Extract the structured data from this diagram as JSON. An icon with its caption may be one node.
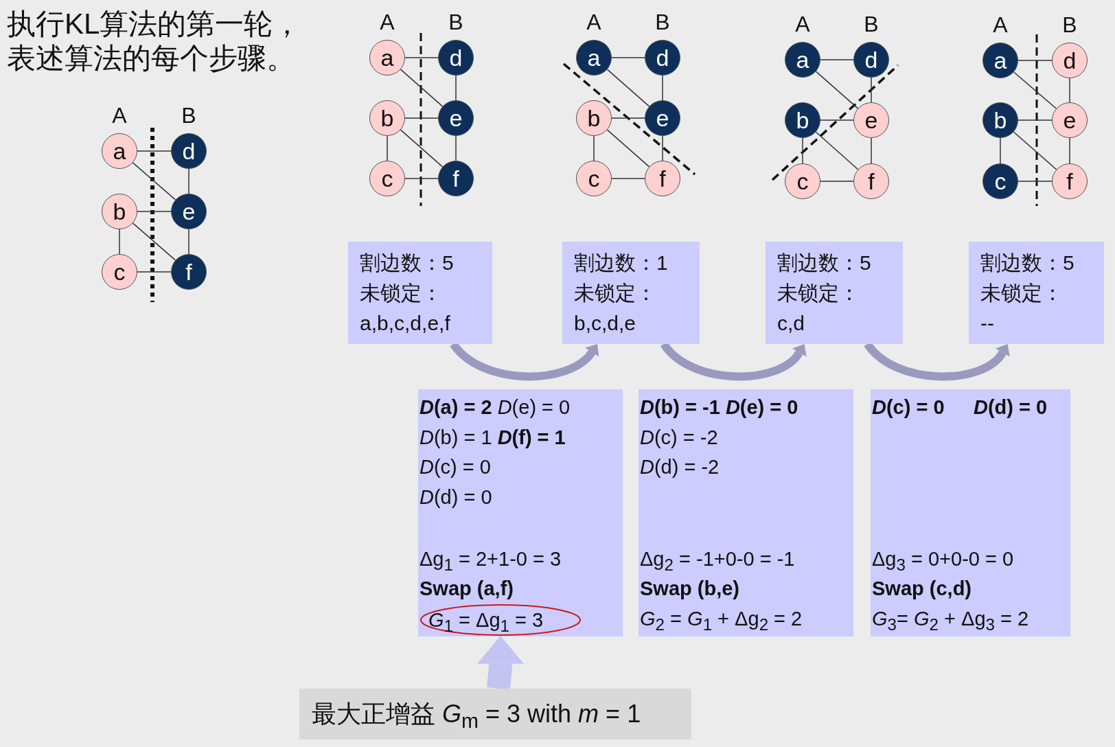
{
  "diagram": {
    "title": "执行KL算法的第一轮，表述算法的每个步骤。",
    "nodes": [
      {
        "text": [
          "a"
        ]
      },
      {
        "text": [
          "b"
        ]
      },
      {
        "text": [
          "c"
        ]
      },
      {
        "text": [
          "d"
        ]
      },
      {
        "text": [
          "e"
        ]
      },
      {
        "text": [
          "f"
        ]
      },
      {
        "text": [
          "a"
        ]
      },
      {
        "text": [
          "b"
        ]
      },
      {
        "text": [
          "c"
        ]
      },
      {
        "text": [
          "d"
        ]
      },
      {
        "text": [
          "e"
        ]
      },
      {
        "text": [
          "f"
        ]
      },
      {
        "text": [
          "a"
        ]
      },
      {
        "text": [
          "b"
        ]
      },
      {
        "text": [
          "c"
        ]
      },
      {
        "text": [
          "d"
        ]
      },
      {
        "text": [
          "e"
        ]
      },
      {
        "text": [
          "f"
        ]
      },
      {
        "text": [
          "a"
        ]
      },
      {
        "text": [
          "b"
        ]
      },
      {
        "text": [
          "c"
        ]
      },
      {
        "text": [
          "d"
        ]
      },
      {
        "text": [
          "e"
        ]
      },
      {
        "text": [
          "f"
        ]
      },
      {
        "text": [
          "a"
        ]
      },
      {
        "text": [
          "b"
        ]
      },
      {
        "text": [
          "c"
        ]
      },
      {
        "text": [
          "d"
        ]
      },
      {
        "text": [
          "e"
        ]
      },
      {
        "text": [
          "f"
        ]
      },
      {
        "text": [
          "割边数：5",
          "未锁定：",
          "a,b,c,d,e,f"
        ]
      },
      {
        "text": [
          "割边数：1",
          "未锁定：",
          "b,c,d,e"
        ]
      },
      {
        "text": [
          "割边数：5",
          "未锁定：",
          "c,d"
        ]
      },
      {
        "text": [
          "割边数：5",
          "未锁定：",
          "--"
        ]
      },
      {
        "text": [
          "***D*(a) = 2** *D*(e) = 0",
          "*D*(b) = 1 ***D*(f) = 1**",
          "*D*(c) = 0",
          "*D*(d) = 0",
          "Δg$_{1}$ = 2+1-0 = 3",
          "Swap (a,f)"
        ]
      },
      {
        "text": [
          "*G*$_{1}$ = Δg$_{1}$ = 3"
        ],
        "in": 34
      },
      {
        "text": [
          "***D*(b) = -1 *D*(e) = 0**",
          "*D*(c) = -2",
          "*D*(d) = -2",
          "Δg$_{2}$ = -1+0-0 = -1",
          "Swap (b,e)",
          "*G*$_{2}$ = *G*$_{1}$ + Δg$_{2}$ = 2"
        ]
      },
      {
        "text": [
          "***D*(c) = 0**",
          "***D*(d) = 0**",
          "Δg$_{3}$ = 0+0-0 = 0",
          "Swap (c,d)",
          "*G*$_{3}$= *G*$_{2}$ + Δg$_{3}$ = 2"
        ]
      },
      {
        "text": [
          "最大正增益 *G*$_{m}$ = 3 with *m* = 1"
        ]
      }
    ],
    "edges": [
      {
        "from": 0,
        "to": 3,
        "arrow": "none"
      },
      {
        "from": 0,
        "to": 4,
        "arrow": "none"
      },
      {
        "from": 3,
        "to": 4,
        "arrow": "none"
      },
      {
        "from": 1,
        "to": 4,
        "arrow": "none"
      },
      {
        "from": 1,
        "to": 5,
        "arrow": "none"
      },
      {
        "from": 4,
        "to": 5,
        "arrow": "none"
      },
      {
        "from": 1,
        "to": 2,
        "arrow": "none"
      },
      {
        "from": 2,
        "to": 5,
        "arrow": "none"
      },
      {
        "from": 6,
        "to": 9,
        "arrow": "none"
      },
      {
        "from": 6,
        "to": 10,
        "arrow": "none"
      },
      {
        "from": 9,
        "to": 10,
        "arrow": "none"
      },
      {
        "from": 7,
        "to": 10,
        "arrow": "none"
      },
      {
        "from": 7,
        "to": 11,
        "arrow": "none"
      },
      {
        "from": 10,
        "to": 11,
        "arrow": "none"
      },
      {
        "from": 7,
        "to": 8,
        "arrow": "none"
      },
      {
        "from": 8,
        "to": 11,
        "arrow": "none"
      },
      {
        "from": 12,
        "to": 15,
        "arrow": "none"
      },
      {
        "from": 12,
        "to": 16,
        "arrow": "none"
      },
      {
        "from": 15,
        "to": 16,
        "arrow": "none"
      },
      {
        "from": 13,
        "to": 16,
        "arrow": "none"
      },
      {
        "from": 13,
        "to": 17,
        "arrow": "none"
      },
      {
        "from": 16,
        "to": 17,
        "arrow": "none"
      },
      {
        "from": 13,
        "to": 14,
        "arrow": "none"
      },
      {
        "from": 14,
        "to": 17,
        "arrow": "none"
      },
      {
        "from": 18,
        "to": 21,
        "arrow": "none"
      },
      {
        "from": 18,
        "to": 22,
        "arrow": "none"
      },
      {
        "from": 21,
        "to": 22,
        "arrow": "none"
      },
      {
        "from": 19,
        "to": 22,
        "arrow": "none"
      },
      {
        "from": 19,
        "to": 23,
        "arrow": "none"
      },
      {
        "from": 22,
        "to": 23,
        "arrow": "none"
      },
      {
        "from": 19,
        "to": 20,
        "arrow": "none"
      },
      {
        "from": 20,
        "to": 23,
        "arrow": "none"
      },
      {
        "from": 24,
        "to": 27,
        "arrow": "none"
      },
      {
        "from": 24,
        "to": 28,
        "arrow": "none"
      },
      {
        "from": 27,
        "to": 28,
        "arrow": "none"
      },
      {
        "from": 25,
        "to": 28,
        "arrow": "none"
      },
      {
        "from": 25,
        "to": 29,
        "arrow": "none"
      },
      {
        "from": 28,
        "to": 29,
        "arrow": "none"
      },
      {
        "from": 25,
        "to": 26,
        "arrow": "none"
      },
      {
        "from": 26,
        "to": 29,
        "arrow": "none"
      },
      {
        "from": 30,
        "to": 31,
        "arrow": "to",
        "style": "thick",
        "color": "#9a9ac0"
      },
      {
        "from": 31,
        "to": 32,
        "arrow": "to",
        "style": "thick",
        "color": "#9a9ac0"
      },
      {
        "from": 32,
        "to": 33,
        "arrow": "to",
        "style": "thick",
        "color": "#9a9ac0"
      },
      {
        "from": 38,
        "to": 35,
        "arrow": "to",
        "style": "thick",
        "color": "#c4c4f2"
      }
    ],
    "labels": [
      "A",
      "B",
      "A",
      "B",
      "A",
      "B",
      "A",
      "B",
      "A",
      "B"
    ]
  }
}
